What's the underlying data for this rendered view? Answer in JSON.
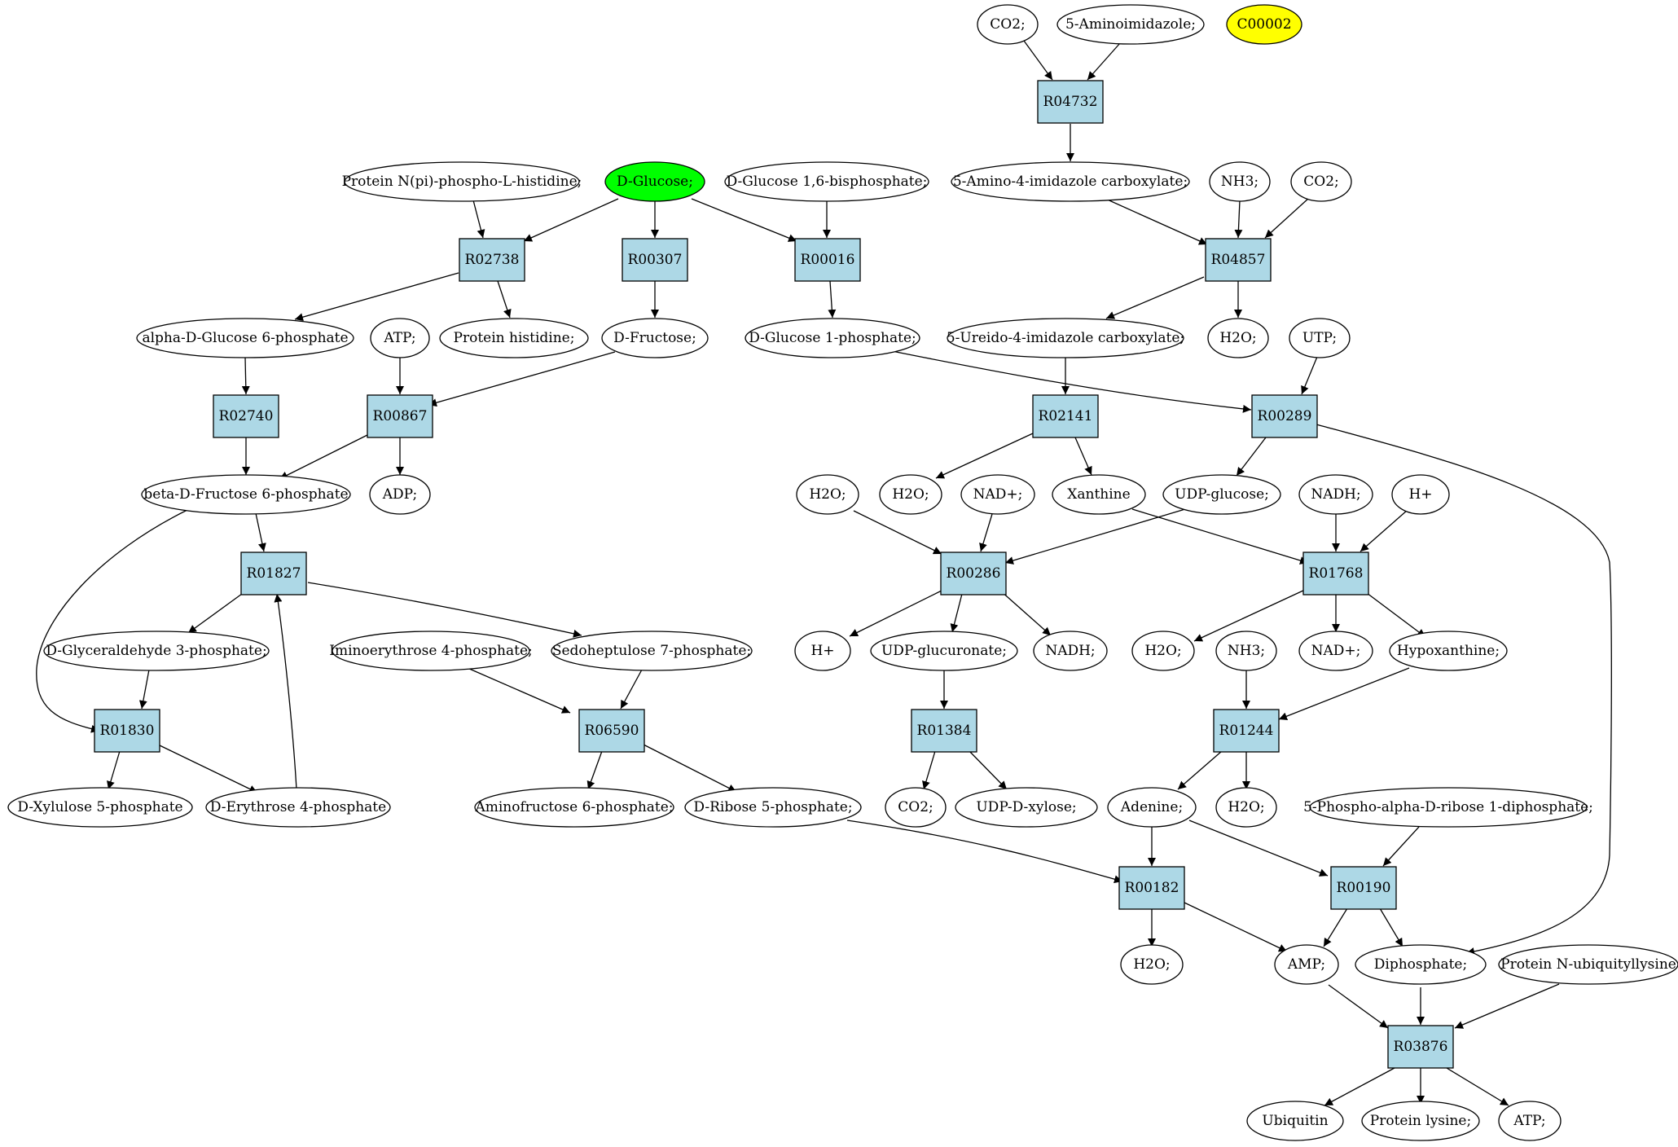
{
  "colors": {
    "reaction_fill": "#add8e6",
    "compound_fill": "#ffffff",
    "source_fill": "#00ff00",
    "highlight_fill": "#ffff00",
    "stroke": "#000000"
  },
  "reactions": {
    "R04732": "R04732",
    "R02738": "R02738",
    "R00307": "R00307",
    "R00016": "R00016",
    "R04857": "R04857",
    "R02740": "R02740",
    "R00867": "R00867",
    "R02141": "R02141",
    "R00289": "R00289",
    "R01827": "R01827",
    "R00286": "R00286",
    "R01768": "R01768",
    "R01830": "R01830",
    "R06590": "R06590",
    "R01384": "R01384",
    "R01244": "R01244",
    "R00182": "R00182",
    "R00190": "R00190",
    "R03876": "R03876"
  },
  "compounds": {
    "co2_a": "CO2;",
    "aminoimidazole": "5-Aminoimidazole;",
    "c00002": "C00002",
    "protein_nphospho": "Protein N(pi)-phospho-L-histidine;",
    "d_glucose": "D-Glucose;",
    "glucose_16bp": "D-Glucose 1,6-bisphosphate;",
    "amino_imidazole_carbox": "5-Amino-4-imidazole carboxylate;",
    "nh3_a": "NH3;",
    "co2_b": "CO2;",
    "alpha_g6p": "alpha-D-Glucose 6-phosphate",
    "atp_a": "ATP;",
    "protein_histidine": "Protein histidine;",
    "d_fructose": "D-Fructose;",
    "g1p": "D-Glucose 1-phosphate;",
    "ureido": "5-Ureido-4-imidazole carboxylate;",
    "h2o_a": "H2O;",
    "utp": "UTP;",
    "beta_f6p": "beta-D-Fructose 6-phosphate",
    "adp": "ADP;",
    "h2o_b": "H2O;",
    "h2o_c": "H2O;",
    "nad_a": "NAD+;",
    "xanthine": "Xanthine",
    "udp_glucose": "UDP-glucose;",
    "nadh_a": "NADH;",
    "h_plus_a": "H+",
    "g3p": "D-Glyceraldehyde 3-phosphate;",
    "iminoerythrose": "Iminoerythrose 4-phosphate;",
    "sedoheptulose": "Sedoheptulose 7-phosphate;",
    "h_plus_b": "H+",
    "udp_glucuronate": "UDP-glucuronate;",
    "nadh_b": "NADH;",
    "h2o_d": "H2O;",
    "nh3_b": "NH3;",
    "nad_b": "NAD+;",
    "hypoxanthine": "Hypoxanthine;",
    "xylulose": "D-Xylulose 5-phosphate",
    "erythrose": "D-Erythrose 4-phosphate",
    "aminofructose": "Aminofructose 6-phosphate;",
    "ribose5p": "D-Ribose 5-phosphate;",
    "co2_c": "CO2;",
    "udp_xylose": "UDP-D-xylose;",
    "adenine": "Adenine;",
    "h2o_e": "H2O;",
    "prpp": "5-Phospho-alpha-D-ribose 1-diphosphate;",
    "h2o_f": "H2O;",
    "amp": "AMP;",
    "diphosphate": "Diphosphate;",
    "protein_ubiq": "Protein N-ubiquityllysine",
    "ubiquitin": "Ubiquitin",
    "protein_lysine": "Protein lysine;",
    "atp_b": "ATP;"
  }
}
